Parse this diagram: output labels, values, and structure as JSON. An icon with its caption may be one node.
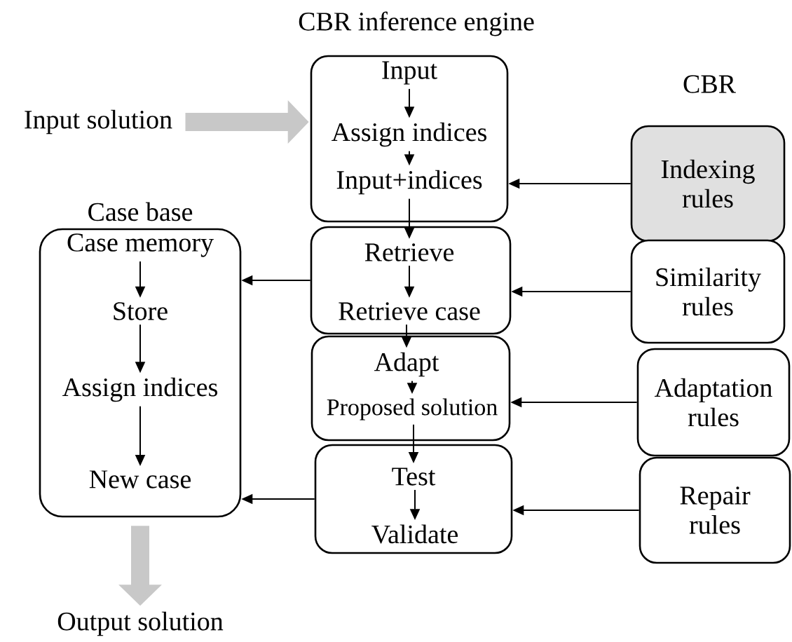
{
  "diagram": {
    "nodes": [
      {
        "text": [
          "Input solution"
        ]
      },
      {
        "text": [],
        "shape": "box"
      },
      {
        "text": [
          "Input"
        ],
        "in": 1
      },
      {
        "text": [
          "Assign indices"
        ],
        "in": 1
      },
      {
        "text": [
          "Input+indices"
        ],
        "in": 1
      },
      {
        "text": [],
        "shape": "box"
      },
      {
        "text": [
          "Retrieve"
        ],
        "in": 5
      },
      {
        "text": [
          "Retrieve case"
        ],
        "in": 5
      },
      {
        "text": [],
        "shape": "box"
      },
      {
        "text": [
          "Adapt"
        ],
        "in": 8
      },
      {
        "text": [
          "Proposed solution"
        ],
        "in": 8
      },
      {
        "text": [],
        "shape": "box"
      },
      {
        "text": [
          "Test"
        ],
        "in": 11
      },
      {
        "text": [
          "Validate"
        ],
        "in": 11
      },
      {
        "text": [
          "Case base"
        ]
      },
      {
        "text": [
          "Case memory"
        ],
        "in": 14
      },
      {
        "text": [
          "Store"
        ],
        "in": 14
      },
      {
        "text": [
          "Assign indices"
        ],
        "in": 14
      },
      {
        "text": [
          "New case"
        ],
        "in": 14
      },
      {
        "text": [
          "Indexing rules"
        ]
      },
      {
        "text": [
          "Similarity rules"
        ]
      },
      {
        "text": [
          "Adaptation rules"
        ]
      },
      {
        "text": [
          "Repair rules"
        ]
      },
      {
        "text": [
          "Output solution"
        ]
      }
    ],
    "edges": [
      {
        "from": 0,
        "to": 1,
        "arrow": "to",
        "style": "thick",
        "color": "#c8c8c8"
      },
      {
        "from": 2,
        "to": 3,
        "arrow": "to"
      },
      {
        "from": 3,
        "to": 4,
        "arrow": "to"
      },
      {
        "from": 4,
        "to": 6,
        "arrow": "to"
      },
      {
        "from": 6,
        "to": 7,
        "arrow": "to"
      },
      {
        "from": 7,
        "to": 9,
        "arrow": "to"
      },
      {
        "from": 9,
        "to": 10,
        "arrow": "to"
      },
      {
        "from": 10,
        "to": 12,
        "arrow": "to"
      },
      {
        "from": 12,
        "to": 13,
        "arrow": "to"
      },
      {
        "from": 15,
        "to": 16,
        "arrow": "to"
      },
      {
        "from": 16,
        "to": 17,
        "arrow": "to"
      },
      {
        "from": 17,
        "to": 18,
        "arrow": "to"
      },
      {
        "from": 5,
        "to": 14,
        "arrow": "to"
      },
      {
        "from": 11,
        "to": 14,
        "arrow": "to"
      },
      {
        "from": 19,
        "to": 1,
        "arrow": "to"
      },
      {
        "from": 20,
        "to": 5,
        "arrow": "to"
      },
      {
        "from": 21,
        "to": 8,
        "arrow": "to"
      },
      {
        "from": 22,
        "to": 11,
        "arrow": "to"
      },
      {
        "from": 14,
        "to": 23,
        "arrow": "to",
        "style": "thick",
        "color": "#c8c8c8"
      }
    ],
    "labels": [
      "CBR inference engine",
      "CBR"
    ]
  }
}
